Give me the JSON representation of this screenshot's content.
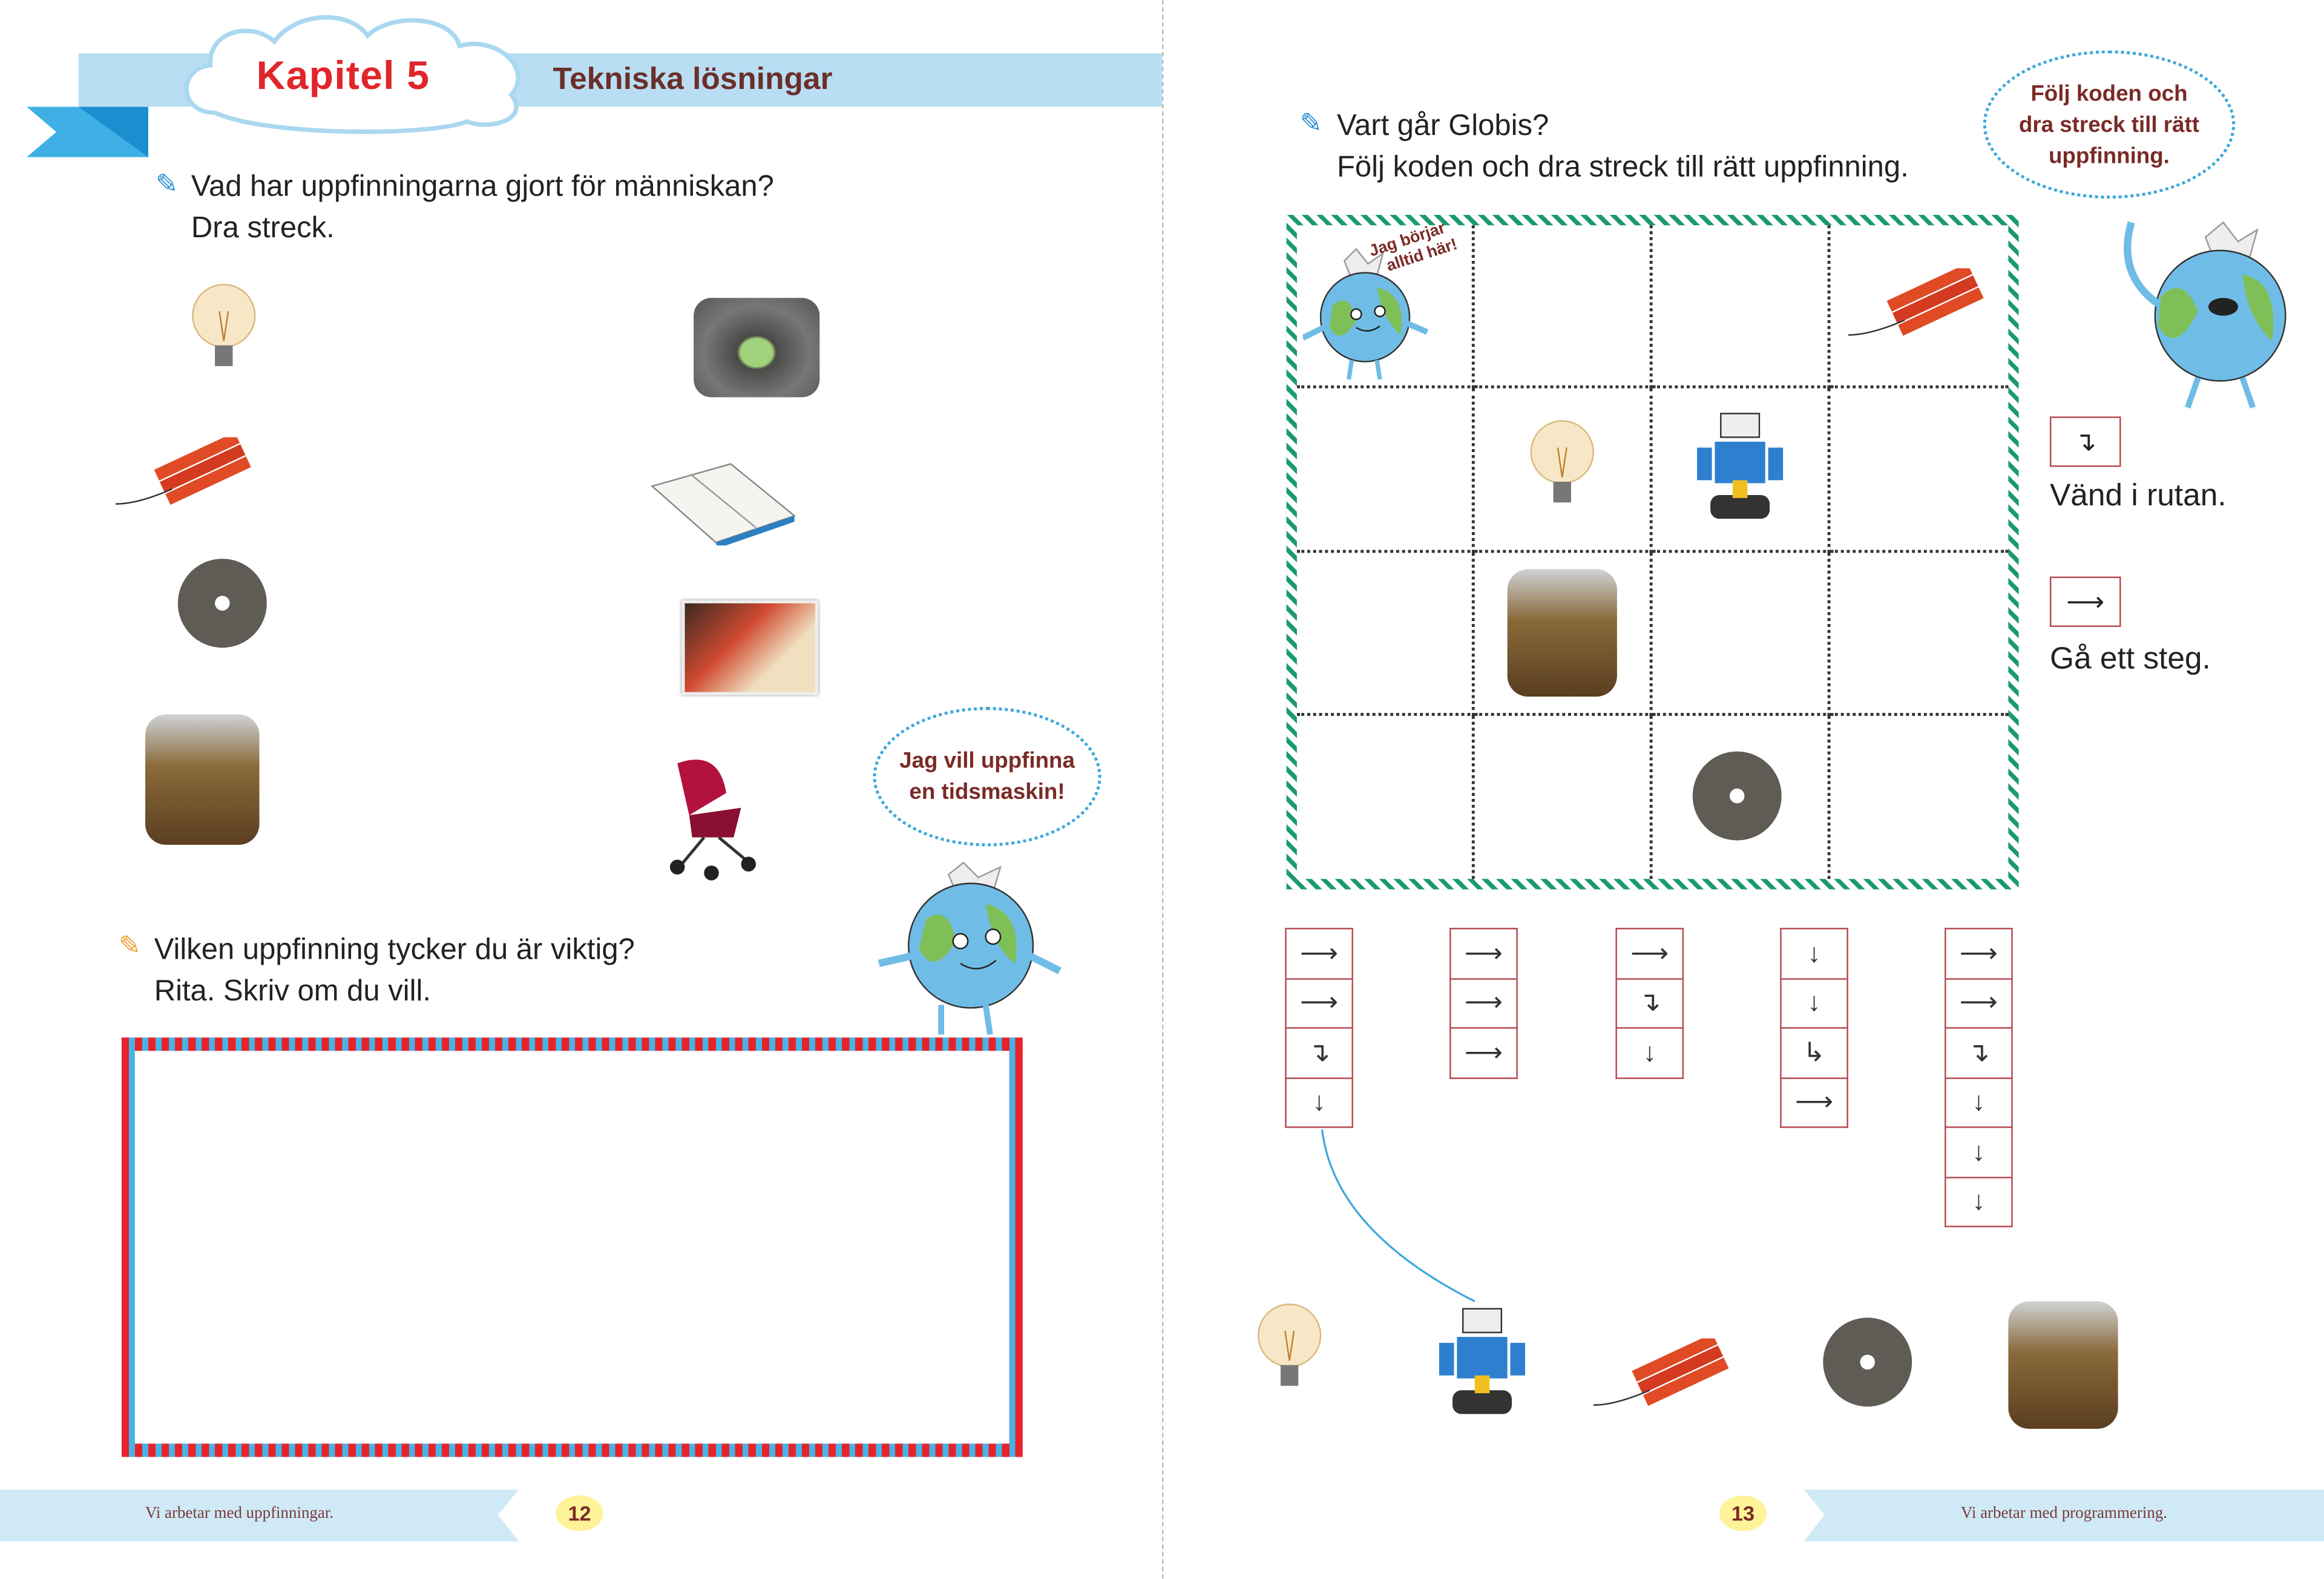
{
  "left_page": {
    "chapter": "Kapitel 5",
    "chapter_title": "Tekniska lösningar",
    "q1_line1": "Vad har uppfinningarna gjort för människan?",
    "q1_line2": "Dra streck.",
    "q2_line1": "Vilken uppfinning tycker du är viktig?",
    "q2_line2": "Rita. Skriv om du vill.",
    "bubble_line1": "Jag vill uppfinna",
    "bubble_line2": "en tidsmaskin!",
    "footer_text": "Vi arbetar med uppfinningar.",
    "page_number": "12"
  },
  "right_page": {
    "q_line1": "Vart går Globis?",
    "q_line2": "Följ koden och dra streck till rätt uppfinning.",
    "bubble_line1": "Följ koden och",
    "bubble_line2": "dra streck till rätt",
    "bubble_line3": "uppfinning.",
    "start_note_line1": "Jag börjar",
    "start_note_line2": "alltid här!",
    "legend": [
      {
        "symbol": "↴",
        "label": "Vänd i rutan."
      },
      {
        "symbol": "⟶",
        "label": "Gå ett steg."
      }
    ],
    "grid": [
      [
        "globe",
        "",
        "",
        "dynamite"
      ],
      [
        "",
        "bulb",
        "robot",
        ""
      ],
      [
        "",
        "press",
        "",
        ""
      ],
      [
        "",
        "",
        "millstone",
        ""
      ]
    ],
    "codes": [
      [
        "⟶",
        "⟶",
        "↴",
        "↓"
      ],
      [
        "⟶",
        "⟶",
        "⟶"
      ],
      [
        "⟶",
        "↴",
        "↓"
      ],
      [
        "↓",
        "↓",
        "↳",
        "⟶"
      ],
      [
        "⟶",
        "⟶",
        "↴",
        "↓",
        "↓",
        "↓"
      ]
    ],
    "answers": [
      "bulb",
      "robot",
      "dynamite",
      "millstone",
      "press"
    ],
    "footer_text": "Vi arbetar med programmering.",
    "page_number": "13"
  },
  "colors": {
    "chapter_red": "#e0262b",
    "header_blue": "#b9def3",
    "grid_green": "#1a9a6e",
    "footer_blue": "#cfe9f7",
    "page_yellow": "#fff39a"
  }
}
